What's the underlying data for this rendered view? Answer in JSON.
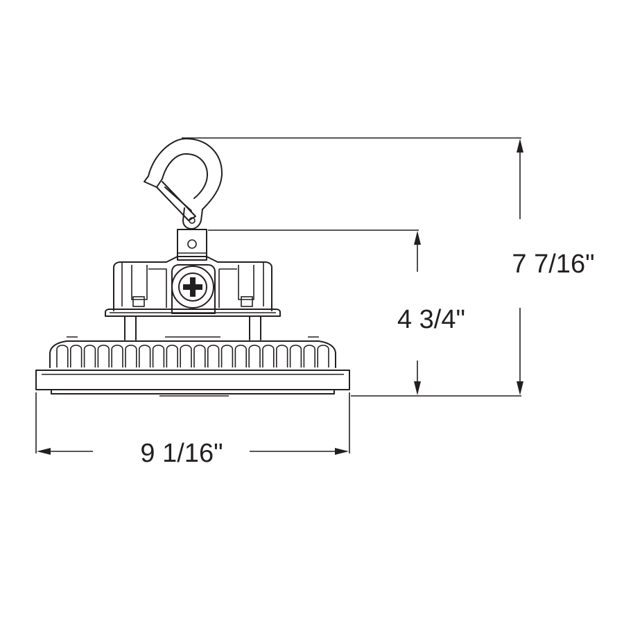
{
  "dimensions": {
    "overall_height": "7 7/16\"",
    "body_height": "4 3/4\"",
    "width": "9 1/16\""
  },
  "colors": {
    "line": "#231f20",
    "background": "#ffffff"
  }
}
